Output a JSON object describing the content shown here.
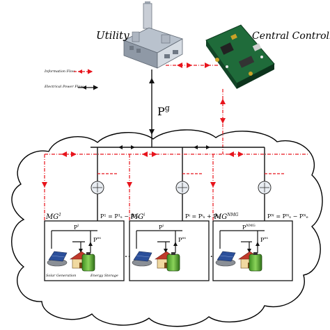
{
  "labels": {
    "utility": "Utility",
    "central_controller": "Central Controller",
    "pg": "P",
    "pg_sup": "g",
    "dots": "…"
  },
  "legend": {
    "info_flow": "Information Flow",
    "power_flow": "Electrical Power Flow"
  },
  "microgrids": [
    {
      "name": "MG",
      "name_sup": "1",
      "power_label": "P",
      "power_sup": "1",
      "eq": "P¹ = P¹ₛ − P¹ₑ",
      "load_label": "P",
      "load_sup": "l",
      "storage_label": "P",
      "storage_sup": "es",
      "solar_caption": "Solar Generation",
      "storage_caption": "Energy Storage"
    },
    {
      "name": "MG",
      "name_sup": "i",
      "power_label": "P",
      "power_sup": "i",
      "eq": "Pⁱ = Pⁱₛ + Pⁱₑ",
      "load_label": "P",
      "load_sup": "i",
      "storage_label": "P",
      "storage_sup": "es",
      "solar_caption": "",
      "storage_caption": ""
    },
    {
      "name": "MG",
      "name_sup": "NMG",
      "power_label": "P",
      "power_sup": "NMG",
      "eq": "Pᴺ = Pᴺₛ − Pᴺₑ",
      "load_label": "P",
      "load_sup": "NMG",
      "storage_label": "P",
      "storage_sup": "es",
      "solar_caption": "",
      "storage_caption": ""
    }
  ],
  "colors": {
    "info_flow": "#e8141c",
    "power_flow": "#111111",
    "battery": "#55b030",
    "house_roof": "#c0392b",
    "house_wall": "#f0d9a0",
    "solar": "#2b4f9a",
    "board": "#1f6b3a"
  },
  "icons": [
    "factory-icon",
    "circuit-board-icon",
    "meter-icon",
    "solar-panel-icon",
    "house-icon",
    "battery-icon"
  ]
}
